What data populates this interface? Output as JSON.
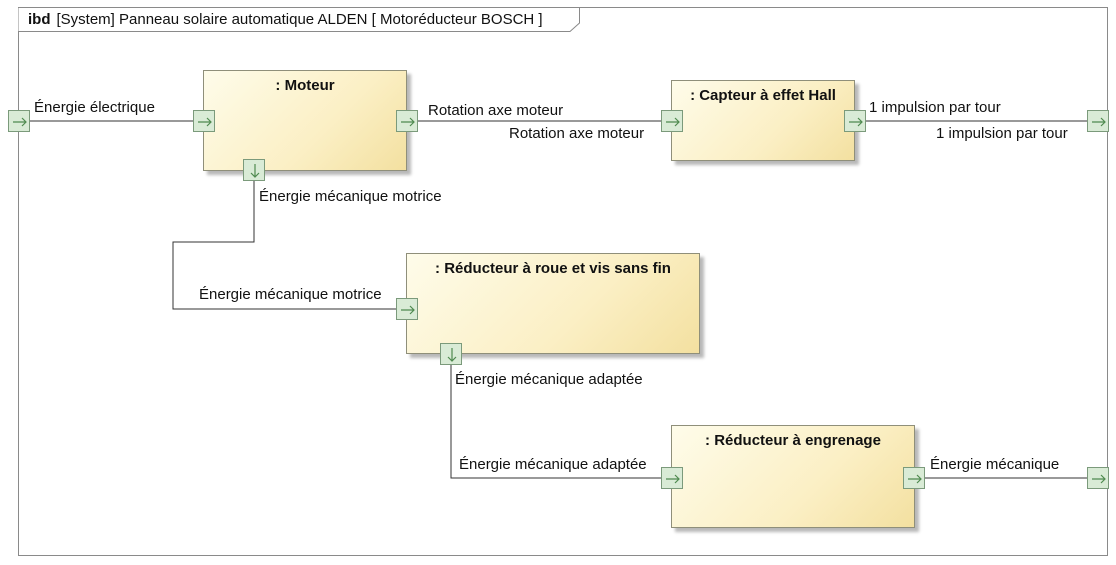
{
  "frame": {
    "keyword": "ibd",
    "title": "[System] Panneau solaire automatique ALDEN [ Motoréducteur BOSCH ]"
  },
  "blocks": {
    "moteur": ": Moteur",
    "capteur": ": Capteur à effet Hall",
    "reducteur_vis": ": Réducteur à roue et vis sans fin",
    "reducteur_engrenage": ": Réducteur à engrenage"
  },
  "labels": {
    "energie_electrique": "Énergie électrique",
    "rotation_out": "Rotation axe moteur",
    "rotation_in": "Rotation axe moteur",
    "impulsion_out": "1 impulsion par tour",
    "impulsion_frame": "1 impulsion par tour",
    "meca_motrice_out": "Énergie mécanique motrice",
    "meca_motrice_in": "Énergie mécanique motrice",
    "meca_adaptee_out": "Énergie mécanique adaptée",
    "meca_adaptee_in": "Énergie mécanique adaptée",
    "energie_mecanique": "Énergie mécanique"
  },
  "colors": {
    "block_fill": "#fbefc4",
    "port_fill": "#d9ebd6",
    "port_arrow": "#4f8a4f",
    "line": "#333333"
  }
}
